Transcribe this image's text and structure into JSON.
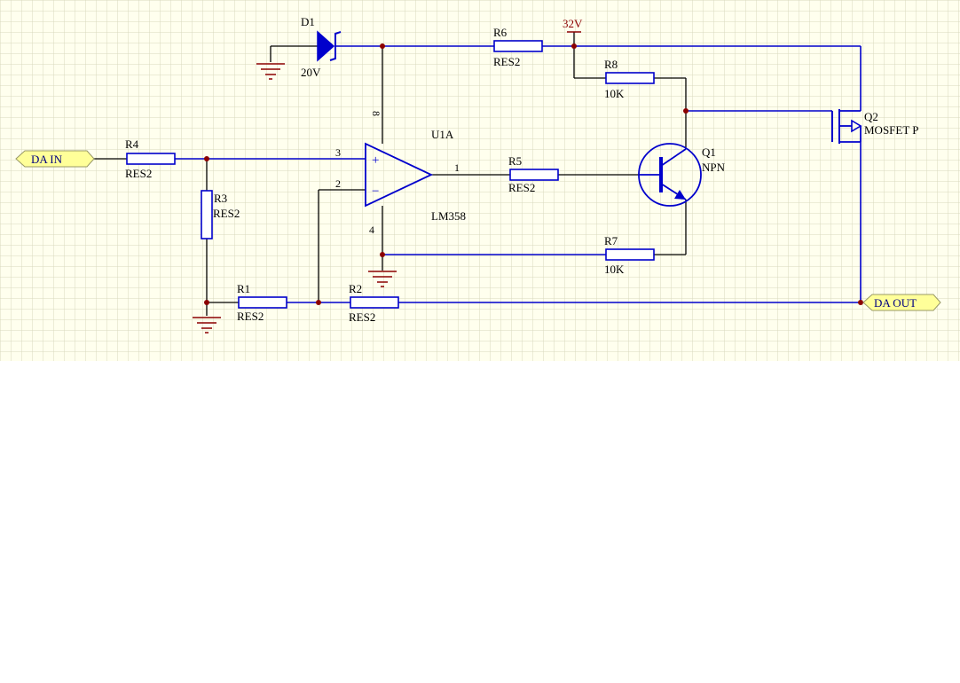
{
  "ports": {
    "input": "DA IN",
    "output": "DA OUT"
  },
  "components": {
    "D1": {
      "ref": "D1",
      "value": "20V"
    },
    "R1": {
      "ref": "R1",
      "value": "RES2"
    },
    "R2": {
      "ref": "R2",
      "value": "RES2"
    },
    "R3": {
      "ref": "R3",
      "value": "RES2"
    },
    "R4": {
      "ref": "R4",
      "value": "RES2"
    },
    "R5": {
      "ref": "R5",
      "value": "RES2"
    },
    "R6": {
      "ref": "R6",
      "value": "RES2"
    },
    "R7": {
      "ref": "R7",
      "value": "10K"
    },
    "R8": {
      "ref": "R8",
      "value": "10K"
    },
    "U1A": {
      "ref": "U1A",
      "value": "LM358",
      "plus": "+",
      "minus": "−"
    },
    "Q1": {
      "ref": "Q1",
      "value": "NPN"
    },
    "Q2": {
      "ref": "Q2",
      "value": "MOSFET P"
    }
  },
  "pins": {
    "p3": "3",
    "p2": "2",
    "p1": "1",
    "p8": "8",
    "p4": "4"
  },
  "power": {
    "supply": "32V"
  },
  "colors": {
    "grid_background": "#ffffee",
    "grid_line": "#d8d8bf",
    "wire": "#0000cc",
    "junction": "#8b0000",
    "port_fill": "#ffff99"
  }
}
